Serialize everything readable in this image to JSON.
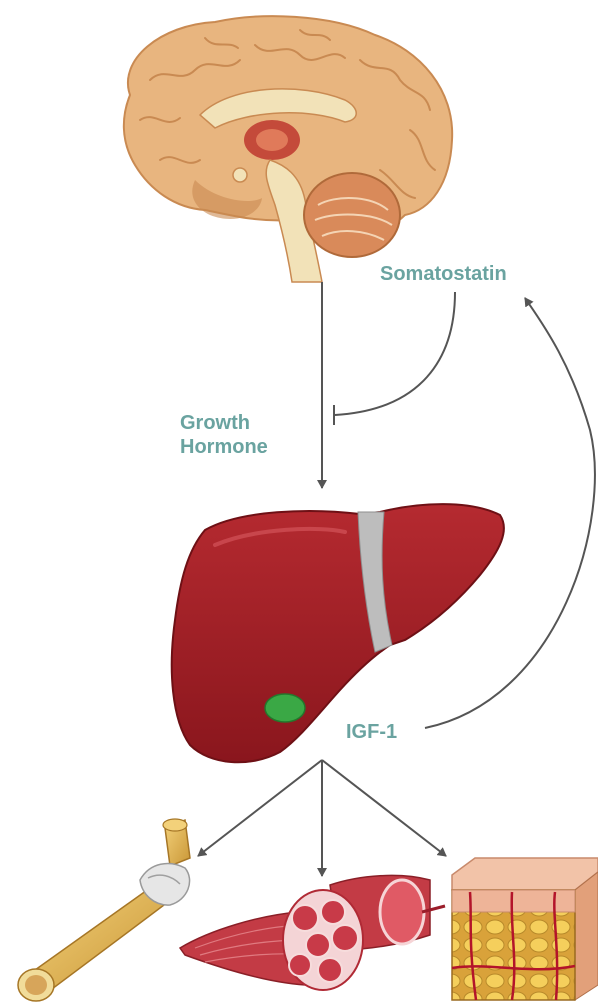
{
  "labels": {
    "somatostatin": "Somatostatin",
    "growth_hormone_line1": "Growth",
    "growth_hormone_line2": "Hormone",
    "igf1": "IGF-1"
  },
  "colors": {
    "label_teal": "#6aa3a0",
    "arrow_gray": "#555555",
    "brain_tan": "#e8b57f",
    "liver_red": "#9b1d24",
    "gallbladder_green": "#3aa845",
    "bone_tan": "#e2b85a",
    "muscle_red": "#c33b45",
    "fat_yellow": "#f0c04a",
    "skin_pink": "#f2c3a8"
  },
  "icons": [
    "brain-icon",
    "liver-icon",
    "bone-icon",
    "muscle-icon",
    "fat-tissue-icon"
  ]
}
